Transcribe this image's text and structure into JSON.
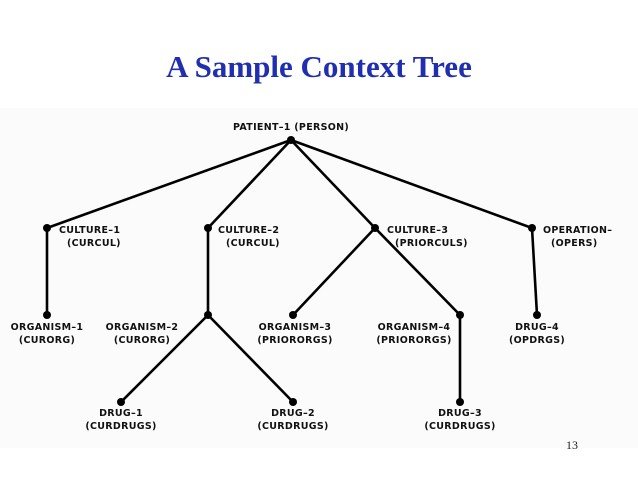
{
  "slide": {
    "title": "A Sample Context Tree",
    "page_number": "13"
  },
  "tree": {
    "nodes": [
      {
        "id": "patient-1",
        "name": "PATIENT–1 (PERSON)",
        "type": ""
      },
      {
        "id": "culture-1",
        "name": "CULTURE–1",
        "type": "(CURCUL)"
      },
      {
        "id": "culture-2",
        "name": "CULTURE–2",
        "type": "(CURCUL)"
      },
      {
        "id": "culture-3",
        "name": "CULTURE–3",
        "type": "(PRIORCULS)"
      },
      {
        "id": "operation-1",
        "name": "OPERATION–",
        "type": "(OPERS)"
      },
      {
        "id": "organism-1",
        "name": "ORGANISM–1",
        "type": "(CURORG)"
      },
      {
        "id": "organism-2",
        "name": "ORGANISM–2",
        "type": "(CURORG)"
      },
      {
        "id": "organism-3",
        "name": "ORGANISM–3",
        "type": "(PRIORORGS)"
      },
      {
        "id": "organism-4",
        "name": "ORGANISM–4",
        "type": "(PRIORORGS)"
      },
      {
        "id": "drug-4",
        "name": "DRUG–4",
        "type": "(OPDRGS)"
      },
      {
        "id": "drug-1",
        "name": "DRUG–1",
        "type": "(CURDRUGS)"
      },
      {
        "id": "drug-2",
        "name": "DRUG–2",
        "type": "(CURDRUGS)"
      },
      {
        "id": "drug-3",
        "name": "DRUG–3",
        "type": "(CURDRUGS)"
      }
    ],
    "edges": [
      [
        "patient-1",
        "culture-1"
      ],
      [
        "patient-1",
        "culture-2"
      ],
      [
        "patient-1",
        "culture-3"
      ],
      [
        "patient-1",
        "operation-1"
      ],
      [
        "culture-1",
        "organism-1"
      ],
      [
        "culture-2",
        "organism-2"
      ],
      [
        "culture-3",
        "organism-3"
      ],
      [
        "culture-3",
        "organism-4"
      ],
      [
        "operation-1",
        "drug-4"
      ],
      [
        "organism-2",
        "drug-1"
      ],
      [
        "organism-2",
        "drug-2"
      ],
      [
        "organism-4",
        "drug-3"
      ]
    ]
  }
}
